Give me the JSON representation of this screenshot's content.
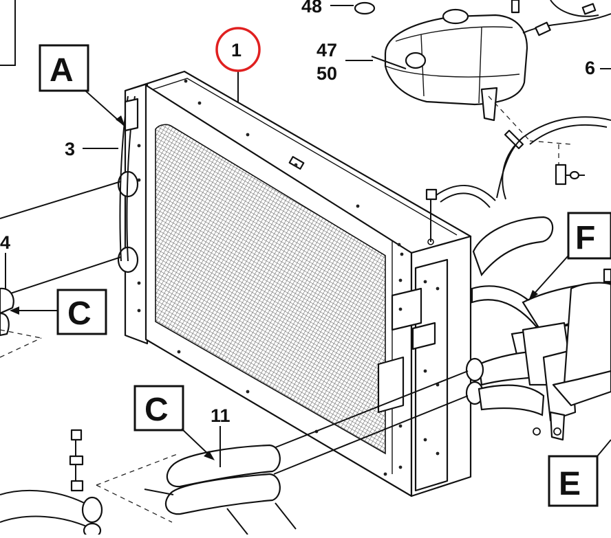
{
  "diagram": {
    "callouts": {
      "c48": "48",
      "c47": "47",
      "c50": "50",
      "c6": "6",
      "c1": "1",
      "c3": "3",
      "c4": "4",
      "c11": "11"
    },
    "boxes": {
      "A": "A",
      "C_right_of_radiator": "C",
      "C_lower": "C",
      "F": "F",
      "E": "E"
    },
    "highlight_color": "#e02020"
  }
}
